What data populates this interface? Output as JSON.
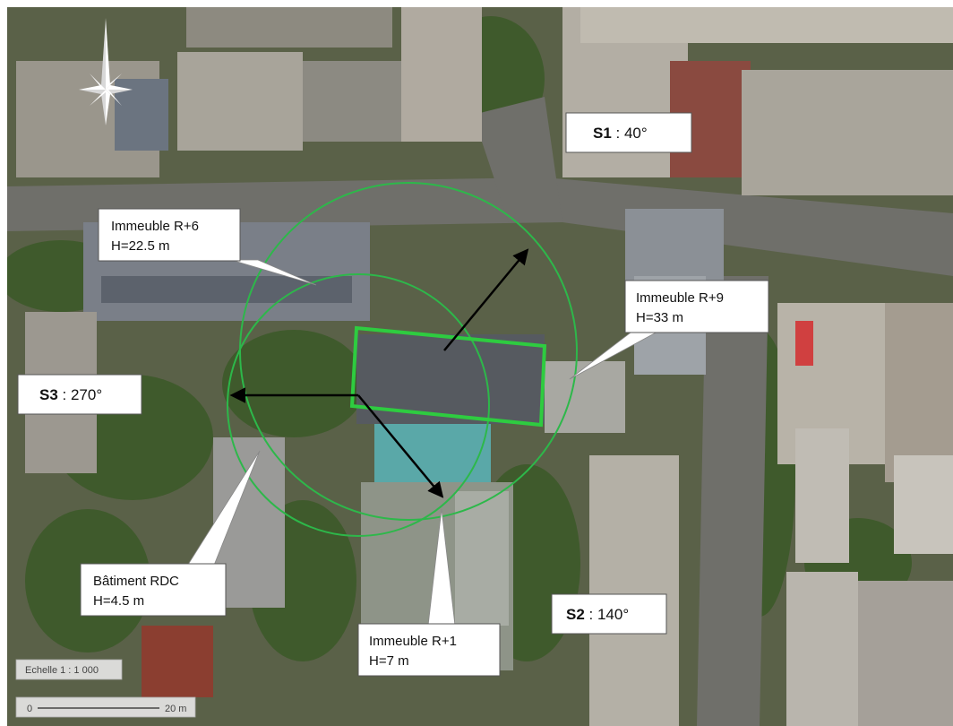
{
  "sectors": [
    {
      "id": "S1",
      "sep": " : ",
      "angle": "40°"
    },
    {
      "id": "S2",
      "sep": " : ",
      "angle": "140°"
    },
    {
      "id": "S3",
      "sep": " : ",
      "angle": "270°"
    }
  ],
  "buildings": [
    {
      "name": "Immeuble R+6",
      "height": "H=22.5 m"
    },
    {
      "name": "Immeuble R+9",
      "height": "H=33 m"
    },
    {
      "name": "Bâtiment RDC",
      "height": "H=4.5 m"
    },
    {
      "name": "Immeuble R+1",
      "height": "H=7 m"
    }
  ],
  "scale": {
    "ratio": "Echelle 1 : 1 000",
    "start": "0",
    "end": "20 m"
  },
  "colors": {
    "circle": "#2db84a",
    "site": "#2ecc40",
    "arrow": "#000000",
    "callout": "#ffffff"
  },
  "icons": {
    "north": "compass-rose-icon"
  }
}
